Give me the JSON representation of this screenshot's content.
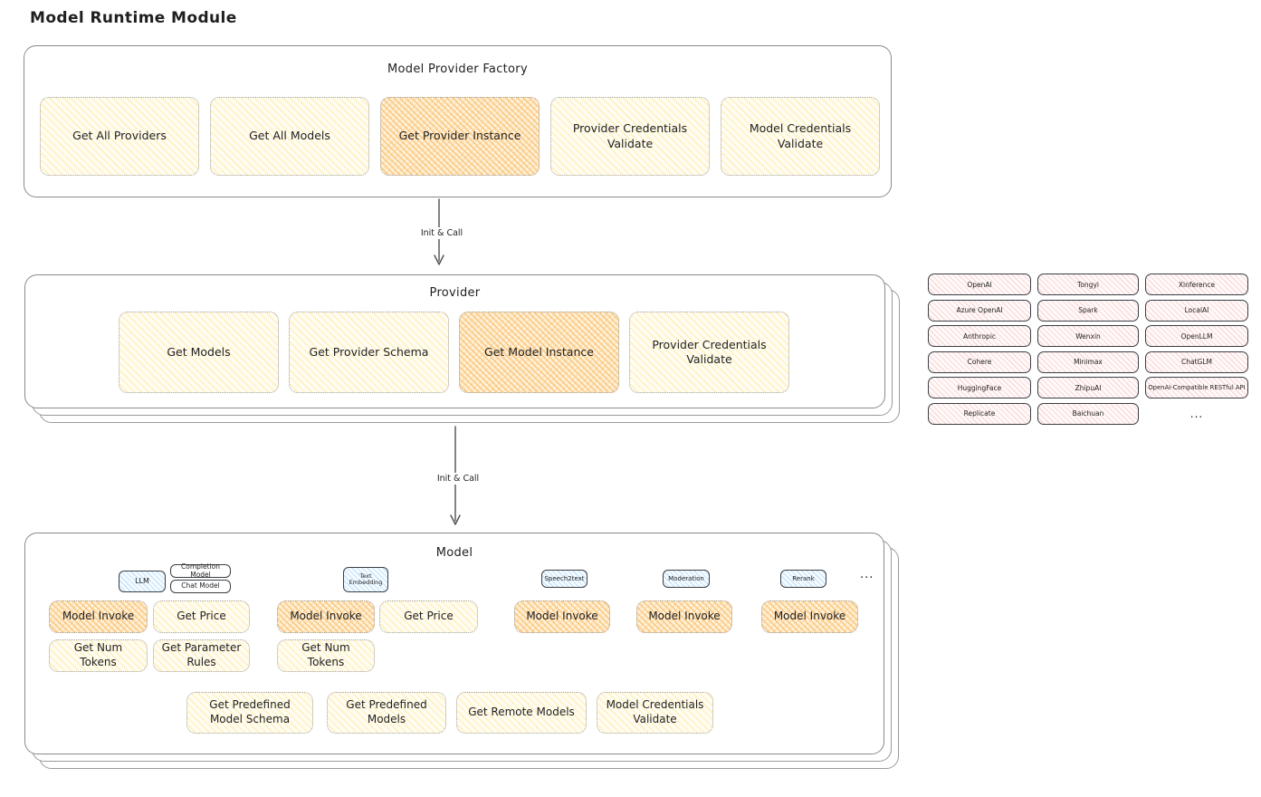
{
  "page_title": "Model Runtime Module",
  "arrow_label": "Init & Call",
  "factory": {
    "title": "Model Provider Factory",
    "boxes": [
      "Get All Providers",
      "Get All Models",
      "Get Provider Instance",
      "Provider Credentials Validate",
      "Model Credentials Validate"
    ]
  },
  "provider": {
    "title": "Provider",
    "boxes": [
      "Get Models",
      "Get Provider Schema",
      "Get Model Instance",
      "Provider Credentials Validate"
    ]
  },
  "providers_list": {
    "items": [
      "OpenAI",
      "Tongyi",
      "Xinference",
      "Azure OpenAI",
      "Spark",
      "LocalAI",
      "Anthropic",
      "Wenxin",
      "OpenLLM",
      "Cohere",
      "Minimax",
      "ChatGLM",
      "HuggingFace",
      "ZhipuAI",
      "OpenAI-Compatible RESTful API",
      "Replicate",
      "Baichuan"
    ],
    "more": "..."
  },
  "model": {
    "title": "Model",
    "tags": {
      "llm": "LLM",
      "completion_model": "Completion Model",
      "chat_model": "Chat Model",
      "text_embedding": "Text Embedding",
      "speech2text": "Speech2text",
      "moderation": "Moderation",
      "rerank": "Rerank"
    },
    "more": "...",
    "ops": {
      "model_invoke": "Model Invoke",
      "get_price": "Get Price",
      "get_num_tokens": "Get Num Tokens",
      "get_parameter_rules": "Get Parameter Rules"
    },
    "bottom": [
      "Get Predefined Model Schema",
      "Get Predefined Models",
      "Get Remote Models",
      "Model Credentials Validate"
    ]
  },
  "colors": {
    "yellow_fill": "#fff8e1",
    "orange_fill": "#ffe2b0",
    "pink_fill": "#ffeaea",
    "blue_fill": "#dff0fc",
    "node_border": "#a0a0a0",
    "tag_border": "#3a3f44",
    "container_border": "#8a8a8a",
    "text": "#1f1f1f"
  }
}
